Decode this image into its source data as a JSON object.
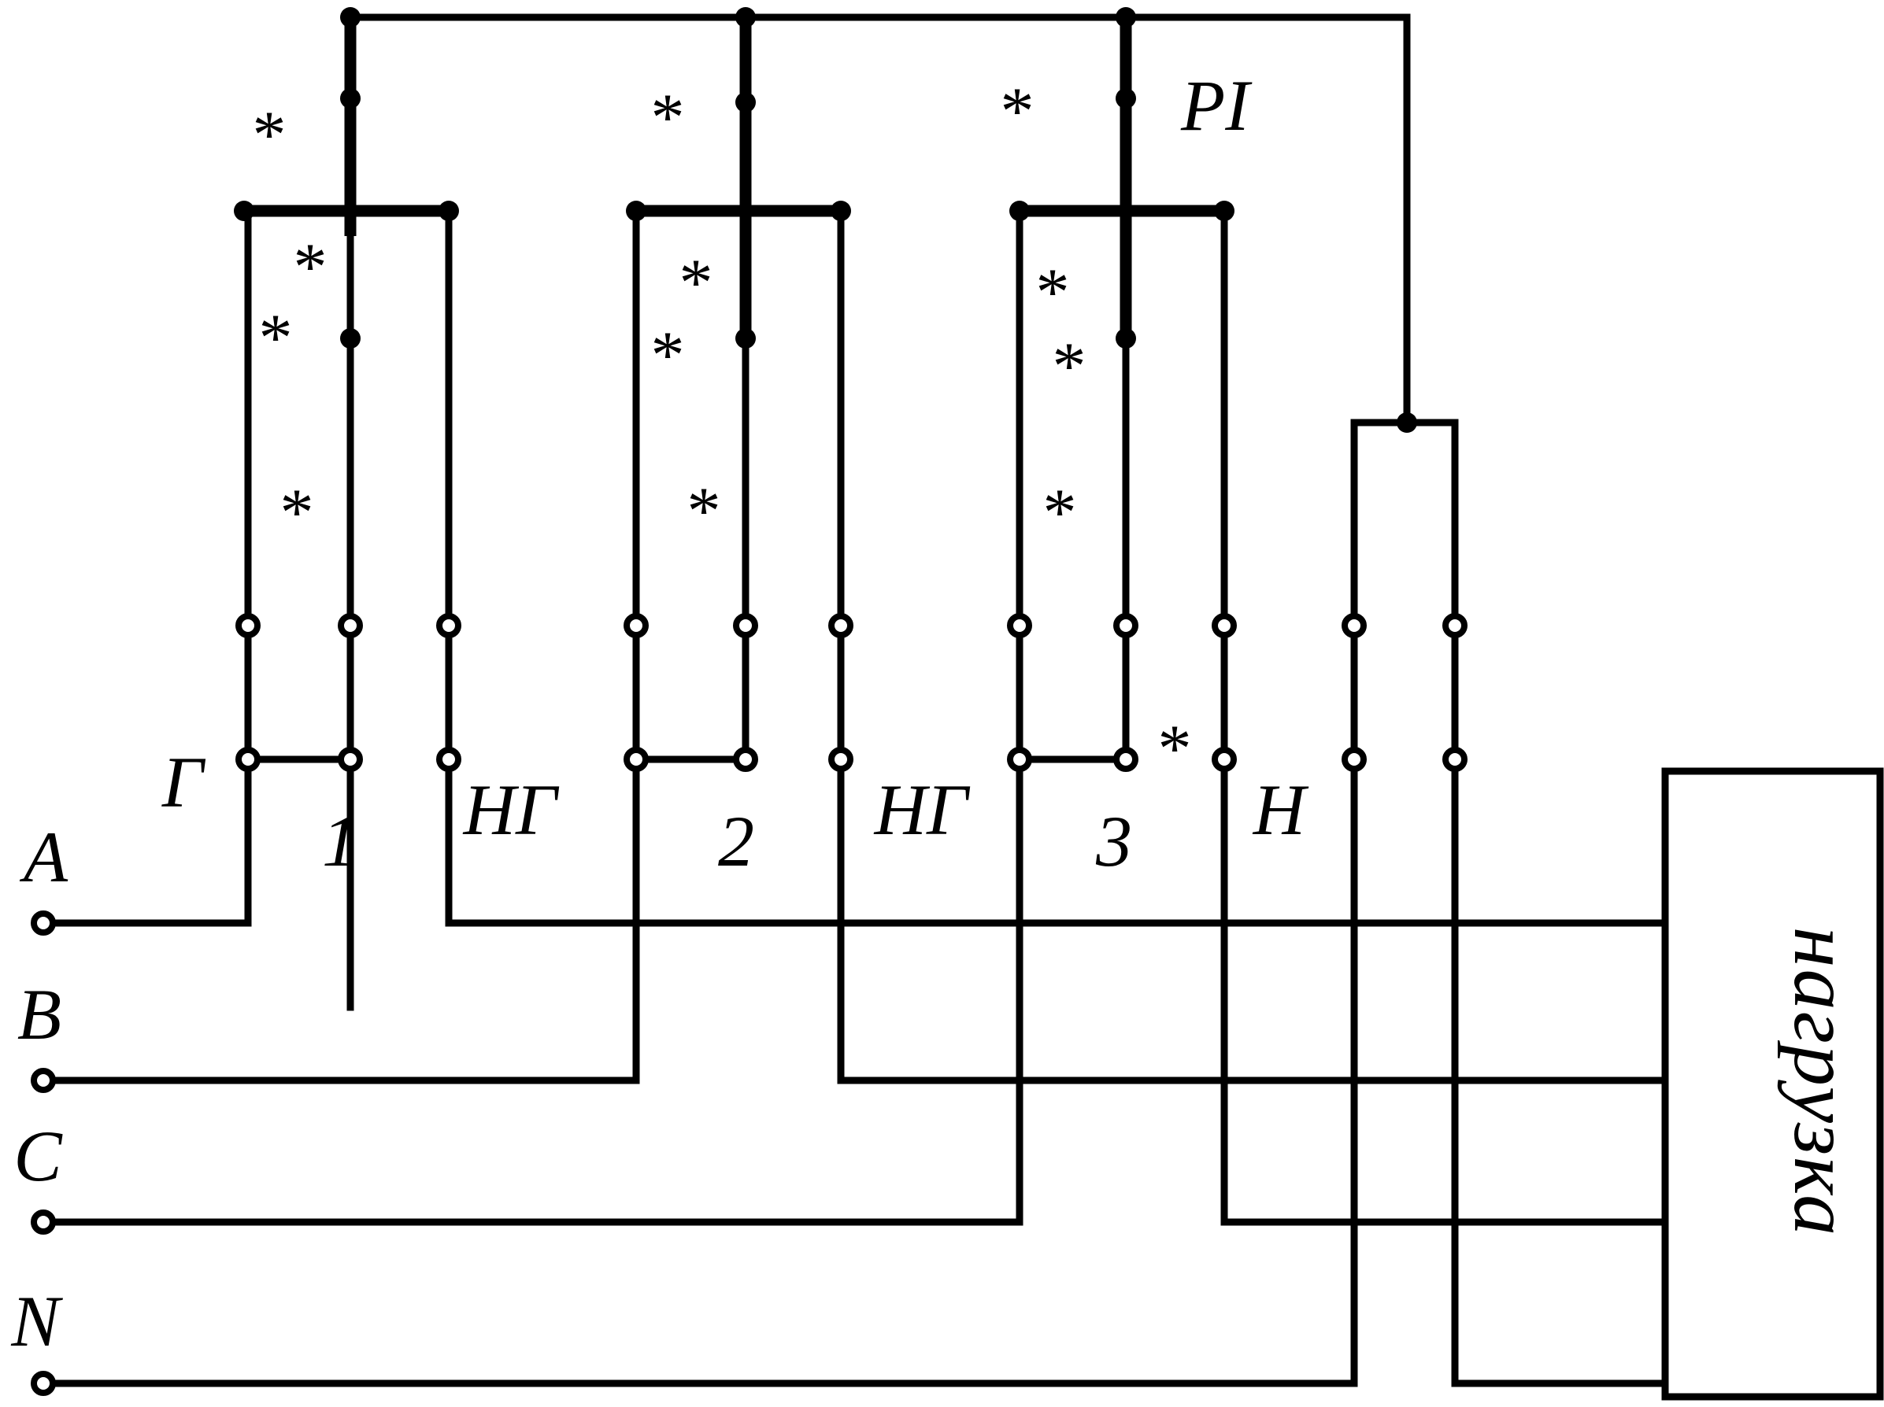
{
  "phases": {
    "a": "A",
    "b": "B",
    "c": "C",
    "n": "N"
  },
  "terminals": {
    "gen": "Г",
    "one": "1",
    "ng1": "НГ",
    "two": "2",
    "ng2": "НГ",
    "three": "3",
    "n": "Н"
  },
  "device_label": "PI",
  "load_label": "нагрузка",
  "polarity_mark": "*"
}
